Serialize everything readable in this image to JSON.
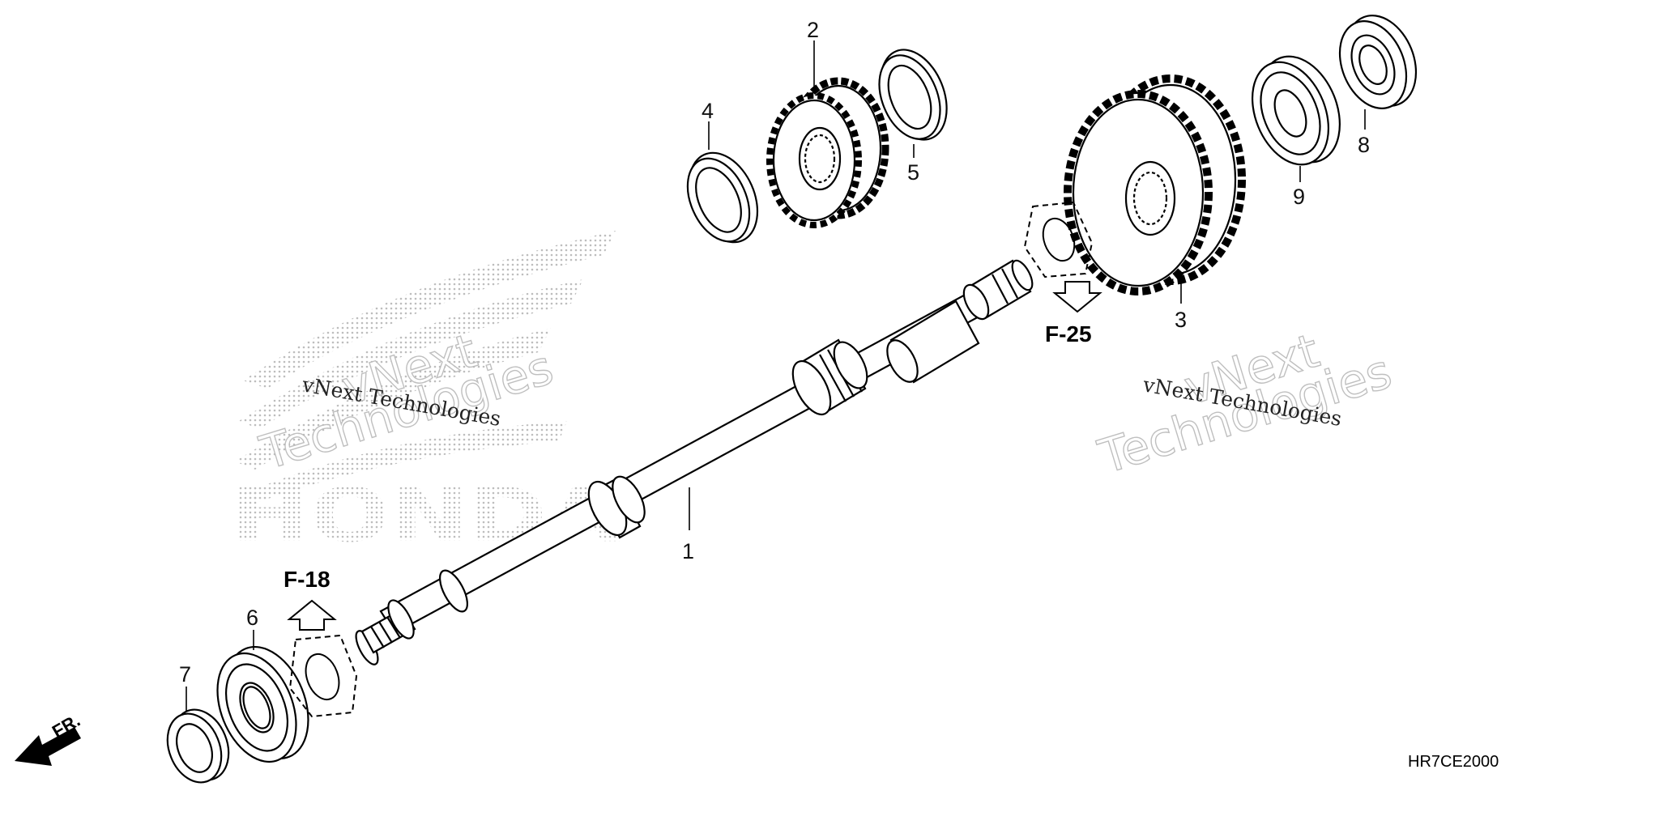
{
  "diagram": {
    "callouts": [
      {
        "id": "1",
        "text": "1"
      },
      {
        "id": "2",
        "text": "2"
      },
      {
        "id": "3",
        "text": "3"
      },
      {
        "id": "4",
        "text": "4"
      },
      {
        "id": "5",
        "text": "5"
      },
      {
        "id": "6",
        "text": "6"
      },
      {
        "id": "7",
        "text": "7"
      },
      {
        "id": "8",
        "text": "8"
      },
      {
        "id": "9",
        "text": "9"
      }
    ],
    "references": {
      "f18": "F-18",
      "f25": "F-25"
    },
    "front_indicator": "FR.",
    "diagram_code": "HR7CE2000"
  },
  "watermarks": {
    "left_small": "vNext Technologies",
    "left_big_1": "vNext",
    "left_big_2": "Technologies",
    "right_small": "vNext Technologies",
    "right_big_1": "vNext",
    "right_big_2": "Technologies",
    "logo_text": "HONDA"
  },
  "colors": {
    "line": "#000000",
    "watermark_dots": "#bdbdbd"
  }
}
